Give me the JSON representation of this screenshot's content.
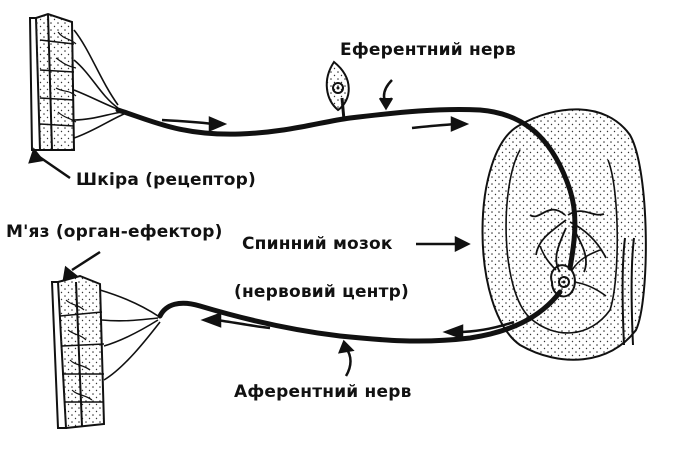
{
  "labels": {
    "efferent_nerve": "Еферентний нерв",
    "skin_receptor": "Шкіра (рецептор)",
    "muscle_effector": "М'яз (орган-ефектор)",
    "spinal_cord": "Спинний мозок",
    "nerve_center": "(нервовий центр)",
    "afferent_nerve": "Аферентний нерв"
  }
}
